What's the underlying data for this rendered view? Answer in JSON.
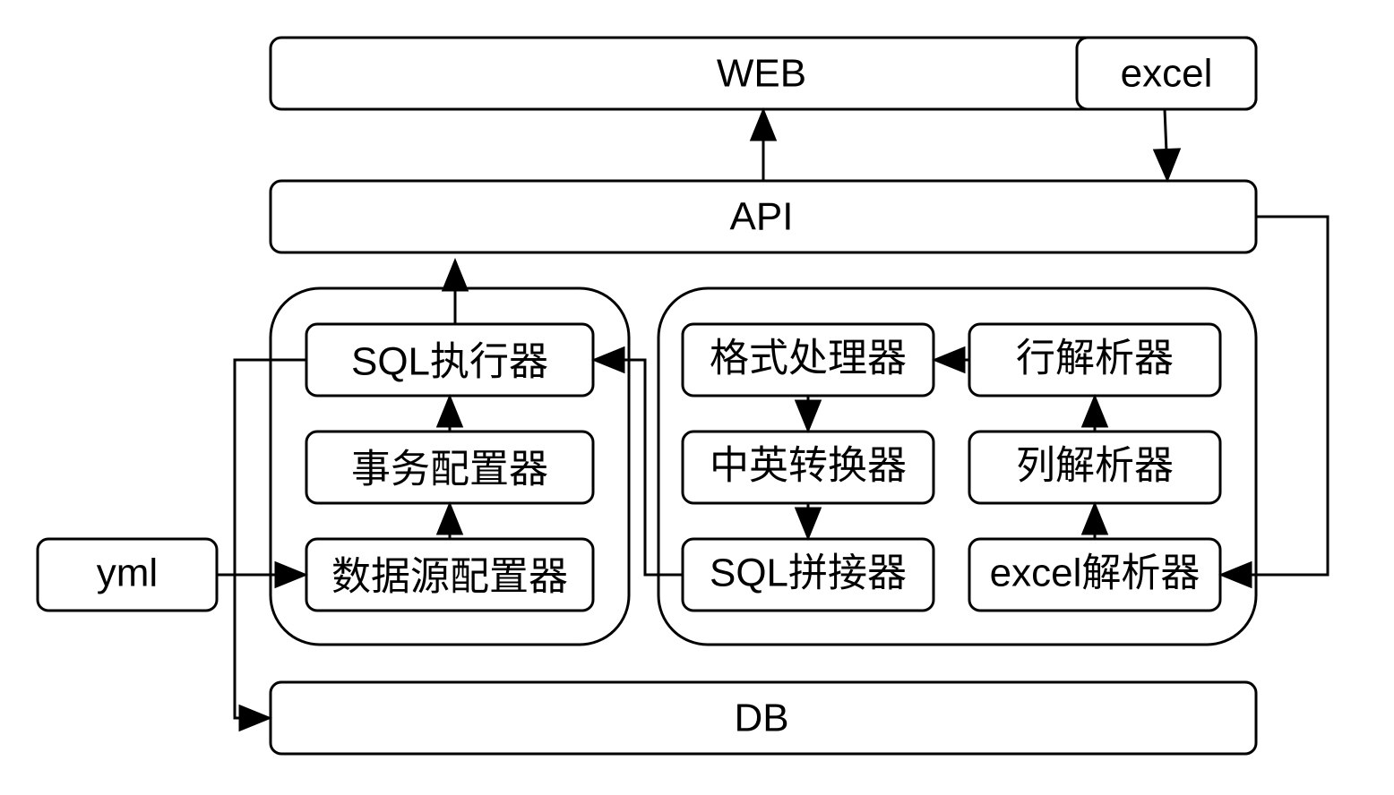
{
  "nodes": {
    "web": "WEB",
    "excel_top": "excel",
    "api": "API",
    "sql_executor": "SQL执行器",
    "transaction_config": "事务配置器",
    "datasource_config": "数据源配置器",
    "yml": "yml",
    "format_processor": "格式处理器",
    "row_parser": "行解析器",
    "cn_en_converter": "中英转换器",
    "column_parser": "列解析器",
    "sql_splicer": "SQL拼接器",
    "excel_parser": "excel解析器",
    "db": "DB"
  },
  "edges": [
    {
      "from": "api",
      "to": "web"
    },
    {
      "from": "excel_top",
      "to": "api"
    },
    {
      "from": "sql_executor",
      "to": "api"
    },
    {
      "from": "transaction_config",
      "to": "sql_executor"
    },
    {
      "from": "datasource_config",
      "to": "transaction_config"
    },
    {
      "from": "yml",
      "to": "datasource_config"
    },
    {
      "from": "sql_executor",
      "to": "db"
    },
    {
      "from": "sql_splicer",
      "to": "sql_executor"
    },
    {
      "from": "row_parser",
      "to": "format_processor"
    },
    {
      "from": "format_processor",
      "to": "cn_en_converter"
    },
    {
      "from": "cn_en_converter",
      "to": "sql_splicer"
    },
    {
      "from": "column_parser",
      "to": "row_parser"
    },
    {
      "from": "excel_parser",
      "to": "column_parser"
    },
    {
      "from": "api",
      "to": "excel_parser"
    }
  ]
}
